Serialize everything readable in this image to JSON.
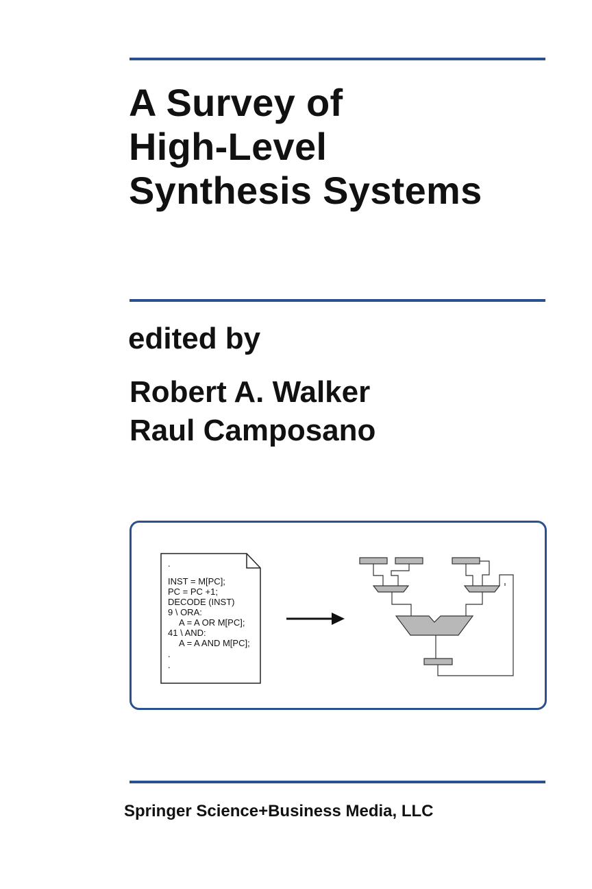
{
  "cover": {
    "title_lines": [
      "A Survey of",
      "High-Level",
      "Synthesis Systems"
    ],
    "edited_by": "edited by",
    "editors": [
      "Robert A. Walker",
      "Raul Camposano"
    ],
    "publisher": "Springer Science+Business Media, LLC"
  },
  "illustration": {
    "code_lines": [
      ".",
      "INST = M[PC];",
      "PC = PC +1;",
      "DECODE (INST)",
      "9 \\ ORA:",
      "A = A OR M[PC];",
      "41 \\ AND:",
      "A = A AND M[PC];",
      ".",
      "."
    ]
  },
  "colors": {
    "rule": "#2b4f8f",
    "text": "#111111",
    "diagram_fill": "#b8b8b8"
  }
}
